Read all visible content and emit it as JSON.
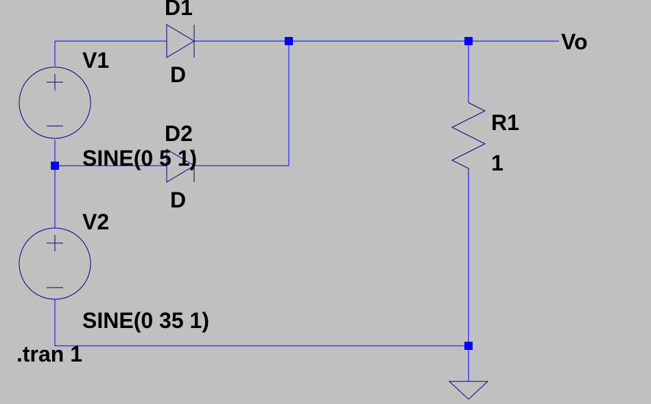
{
  "schematic": {
    "output_label": "Vo",
    "directive": ".tran 1",
    "components": {
      "v1": {
        "ref": "V1",
        "value": "SINE(0 5 1)"
      },
      "v2": {
        "ref": "V2",
        "value": "SINE(0 35 1)"
      },
      "d1": {
        "ref": "D1",
        "model": "D"
      },
      "d2": {
        "ref": "D2",
        "model": "D"
      },
      "r1": {
        "ref": "R1",
        "value": "1"
      }
    },
    "colors": {
      "background": "#c0c0c0",
      "wire": "#0000ff",
      "component": "#000080",
      "text": "#000000"
    }
  }
}
